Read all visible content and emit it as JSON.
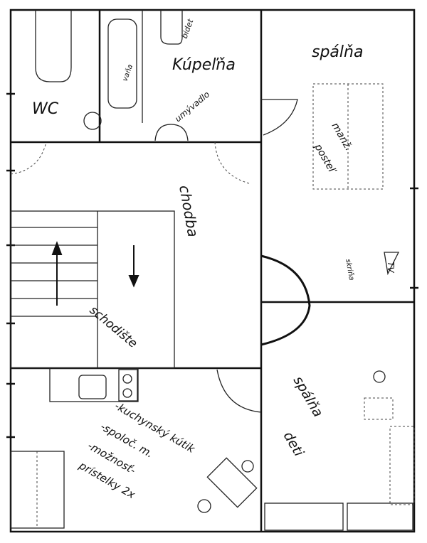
{
  "plan": {
    "rooms": {
      "wc": "WC",
      "bathroom": "Kúpeľňa",
      "bedroom": "spálňa",
      "hallway": "chodba",
      "stairs": "schodište",
      "kids_bedroom_line1": "spálňa",
      "kids_bedroom_line2": "deti"
    },
    "fixtures": {
      "bathtub": "vaňa",
      "bidet": "bidet",
      "sink": "umývadlo",
      "bed_line1": "manž.",
      "bed_line2": "posteľ",
      "wardrobe": "skriňa",
      "tv": "TV"
    },
    "notes": [
      "-kuchynský kútik",
      "-spoloč. m.",
      "-možnosť-",
      "prístelky 2x"
    ]
  }
}
